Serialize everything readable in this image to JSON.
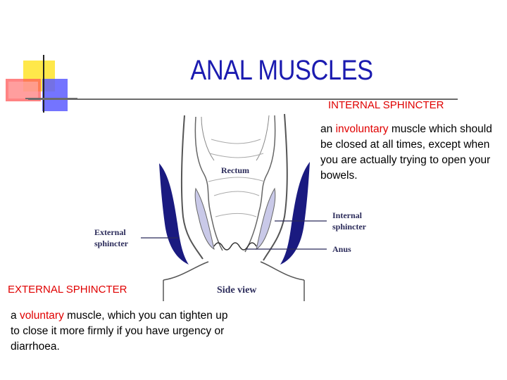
{
  "slide": {
    "title": "ANAL MUSCLES"
  },
  "internal": {
    "heading": "INTERNAL SPHINCTER",
    "text_prefix": "an ",
    "highlight": "involuntary",
    "text_rest": " muscle which should be closed at all times, except when you are actually trying to open your bowels."
  },
  "external": {
    "heading": "EXTERNAL SPHINCTER",
    "text_prefix": "a ",
    "highlight": "voluntary",
    "text_rest": " muscle, which you can tighten up to close it more firmly if you have urgency or diarrhoea."
  },
  "diagram": {
    "label_rectum": "Rectum",
    "label_external_1": "External",
    "label_external_2": "sphincter",
    "label_internal_1": "Internal",
    "label_internal_2": "sphincter",
    "label_anus": "Anus",
    "label_view": "Side view"
  },
  "colors": {
    "title": "#1b1bb0",
    "highlight": "#e00000",
    "muscle": "#1a1a80"
  }
}
